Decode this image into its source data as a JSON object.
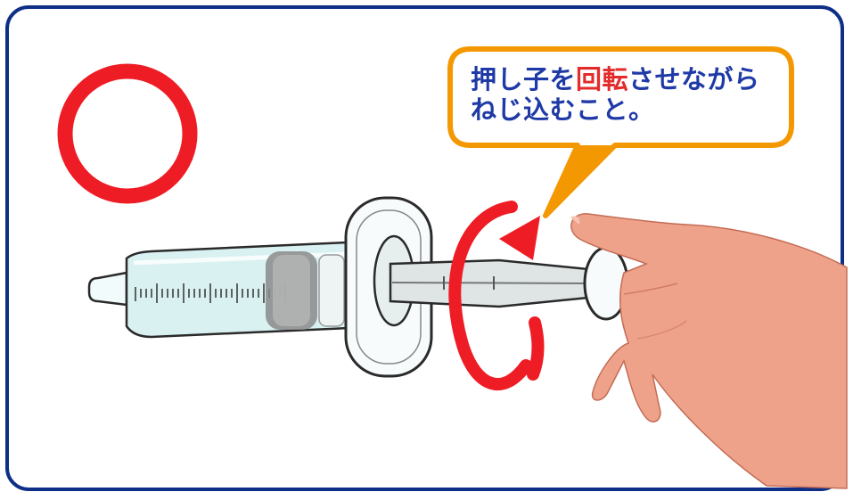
{
  "symbol": {
    "meaning": "correct",
    "color": "#ee1c24"
  },
  "callout": {
    "line1_before": "押し子を",
    "line1_highlight": "回転",
    "line1_after": "させながら",
    "line2": "ねじ込むこと。",
    "text_color": "#1f3aa6",
    "highlight_color": "#e32b2b",
    "border_color": "#f39800"
  },
  "frame": {
    "border_color": "#0e2f86"
  },
  "icons": [
    "correct-circle-mark",
    "syringe-icon",
    "rotation-arrow-icon",
    "hand-icon"
  ]
}
